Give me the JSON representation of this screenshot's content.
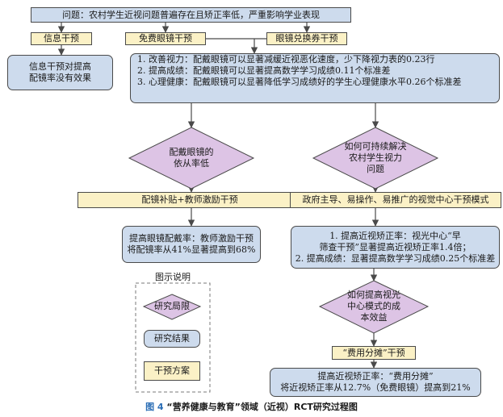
{
  "problem": "问题：农村学生近视问题普遍存在且矫正率低，严重影响学业表现",
  "branches": {
    "info": "信息干预",
    "glasses": "免费眼镜干预",
    "voucher": "眼镜兑换券干预"
  },
  "info_result": [
    "信息干预对提高",
    "配镜率没有效果"
  ],
  "glasses_results": [
    "1. 改善视力：配戴眼镜可以显著减缓近视恶化速度，少下降视力表的0.23行",
    "2. 提高成绩：配戴眼镜可以显著提高数学学习成绩0.11个标准差",
    "3. 心理健康：配戴眼镜可以显著降低学习成绩好的学生心理健康水平0.26个标准差"
  ],
  "diamond_left": [
    "配戴眼镜的",
    "依从率低"
  ],
  "diamond_right": [
    "如何可持续解决",
    "农村学生视力",
    "问题"
  ],
  "left_intervention": "配镜补贴+教师激励干预",
  "right_intervention": "政府主导、易操作、易推广的视觉中心干预模式",
  "left_result": [
    "提高眼镜配戴率：教师激励干预",
    "将配镜率从41%显著提高到68%"
  ],
  "right_result": [
    "1. 提高近视矫正率：视光中心“早",
    "筛查干预”显著提高近视矫正率1.4倍；",
    "2. 提高成绩：显著提高数学学习成绩0.25个标准差"
  ],
  "diamond_bottom": [
    "如何提高视光",
    "中心模式的成",
    "本效益"
  ],
  "cost_share": "“费用分摊”干预",
  "final_result": [
    "提高近视矫正率：“费用分摊”",
    "将近视矫正率从12.7%（免费眼镜）提高到21%"
  ],
  "legend": {
    "title": "图示说明",
    "limitation": "研究局限",
    "result": "研究结果",
    "intervention": "干预方案"
  },
  "caption": {
    "figure": "图 4",
    "text": "“营养健康与教育”领域（近视）RCT研究过程图"
  },
  "colors": {
    "result_fill": "#cddbed",
    "intervention_fill": "#fbf1c6",
    "diamond_fill": "#ddc4e5",
    "line": "#4a4a4a",
    "caption_figure": "#2a6db5"
  }
}
